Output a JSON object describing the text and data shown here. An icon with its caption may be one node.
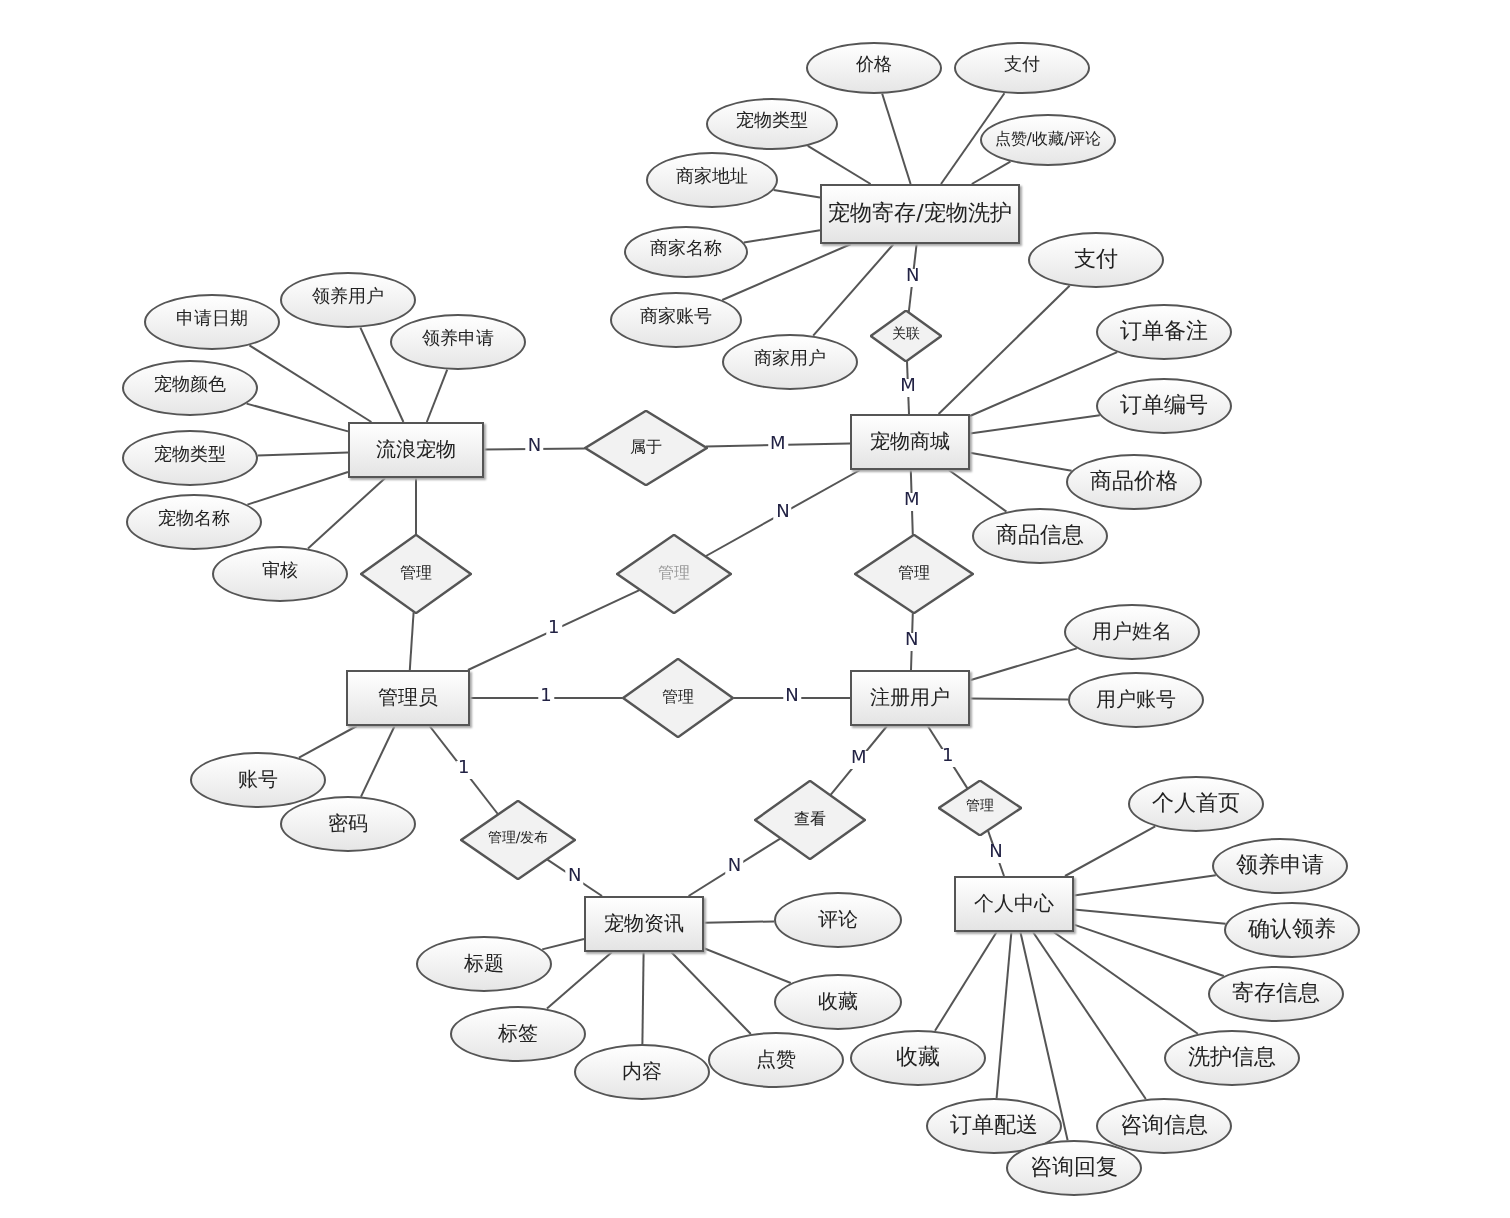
{
  "diagram": {
    "nodes": [
      {
        "text": [
          "宠物寄存/宠物洗护"
        ]
      },
      {
        "text": [
          "宠物商城"
        ]
      },
      {
        "text": [
          "流浪宠物"
        ]
      },
      {
        "text": [
          "管理员"
        ]
      },
      {
        "text": [
          "注册用户"
        ]
      },
      {
        "text": [
          "宠物资讯"
        ]
      },
      {
        "text": [
          "个人中心"
        ]
      },
      {
        "text": [
          "关联"
        ]
      },
      {
        "text": [
          "属于"
        ]
      },
      {
        "text": [
          "管理"
        ]
      },
      {
        "text": [
          "管理"
        ]
      },
      {
        "text": [
          "管理"
        ]
      },
      {
        "text": [
          "管理"
        ]
      },
      {
        "text": [
          "管理/发布"
        ]
      },
      {
        "text": [
          "查看"
        ]
      },
      {
        "text": [
          "管理"
        ]
      },
      {
        "text": [
          "价格"
        ]
      },
      {
        "text": [
          "支付"
        ]
      },
      {
        "text": [
          "宠物类型"
        ]
      },
      {
        "text": [
          "点赞/收藏/评论"
        ]
      },
      {
        "text": [
          "商家地址"
        ]
      },
      {
        "text": [
          "商家名称"
        ]
      },
      {
        "text": [
          "商家账号"
        ]
      },
      {
        "text": [
          "商家用户"
        ]
      },
      {
        "text": [
          "支付"
        ]
      },
      {
        "text": [
          "订单备注"
        ]
      },
      {
        "text": [
          "订单编号"
        ]
      },
      {
        "text": [
          "商品价格"
        ]
      },
      {
        "text": [
          "商品信息"
        ]
      },
      {
        "text": [
          "申请日期"
        ]
      },
      {
        "text": [
          "领养用户"
        ]
      },
      {
        "text": [
          "领养申请"
        ]
      },
      {
        "text": [
          "宠物颜色"
        ]
      },
      {
        "text": [
          "宠物类型"
        ]
      },
      {
        "text": [
          "宠物名称"
        ]
      },
      {
        "text": [
          "审核"
        ]
      },
      {
        "text": [
          "用户姓名"
        ]
      },
      {
        "text": [
          "用户账号"
        ]
      },
      {
        "text": [
          "账号"
        ]
      },
      {
        "text": [
          "密码"
        ]
      },
      {
        "text": [
          "评论"
        ]
      },
      {
        "text": [
          "标题"
        ]
      },
      {
        "text": [
          "收藏"
        ]
      },
      {
        "text": [
          "标签"
        ]
      },
      {
        "text": [
          "内容"
        ]
      },
      {
        "text": [
          "点赞"
        ]
      },
      {
        "text": [
          "个人首页"
        ]
      },
      {
        "text": [
          "领养申请"
        ]
      },
      {
        "text": [
          "确认领养"
        ]
      },
      {
        "text": [
          "寄存信息"
        ]
      },
      {
        "text": [
          "收藏"
        ]
      },
      {
        "text": [
          "洗护信息"
        ]
      },
      {
        "text": [
          "订单配送"
        ]
      },
      {
        "text": [
          "咨询信息"
        ]
      },
      {
        "text": [
          "咨询回复"
        ]
      }
    ],
    "edges": [
      {
        "from": 0,
        "to": 7,
        "arrow": "none",
        "label": "N"
      },
      {
        "from": 7,
        "to": 1,
        "arrow": "none",
        "label": "M"
      },
      {
        "from": 2,
        "to": 8,
        "arrow": "none",
        "label": "N"
      },
      {
        "from": 8,
        "to": 1,
        "arrow": "none",
        "label": "M"
      },
      {
        "from": 2,
        "to": 9,
        "arrow": "none"
      },
      {
        "from": 9,
        "to": 3,
        "arrow": "none"
      },
      {
        "from": 3,
        "to": 10,
        "arrow": "none",
        "label": "1"
      },
      {
        "from": 10,
        "to": 1,
        "arrow": "none",
        "label": "N"
      },
      {
        "from": 1,
        "to": 11,
        "arrow": "none",
        "label": "M"
      },
      {
        "from": 11,
        "to": 4,
        "arrow": "none",
        "label": "N"
      },
      {
        "from": 3,
        "to": 12,
        "arrow": "none",
        "label": "1"
      },
      {
        "from": 12,
        "to": 4,
        "arrow": "none",
        "label": "N"
      },
      {
        "from": 3,
        "to": 13,
        "arrow": "none",
        "label": "1"
      },
      {
        "from": 13,
        "to": 5,
        "arrow": "none",
        "label": "N"
      },
      {
        "from": 4,
        "to": 14,
        "arrow": "none",
        "label": "M"
      },
      {
        "from": 14,
        "to": 5,
        "arrow": "none",
        "label": "N"
      },
      {
        "from": 4,
        "to": 15,
        "arrow": "none",
        "label": "1"
      },
      {
        "from": 15,
        "to": 6,
        "arrow": "none",
        "label": "N"
      },
      {
        "from": 0,
        "to": 16,
        "arrow": "none"
      },
      {
        "from": 0,
        "to": 17,
        "arrow": "none"
      },
      {
        "from": 0,
        "to": 18,
        "arrow": "none"
      },
      {
        "from": 0,
        "to": 19,
        "arrow": "none"
      },
      {
        "from": 0,
        "to": 20,
        "arrow": "none"
      },
      {
        "from": 0,
        "to": 21,
        "arrow": "none"
      },
      {
        "from": 0,
        "to": 22,
        "arrow": "none"
      },
      {
        "from": 0,
        "to": 23,
        "arrow": "none"
      },
      {
        "from": 1,
        "to": 24,
        "arrow": "none"
      },
      {
        "from": 1,
        "to": 25,
        "arrow": "none"
      },
      {
        "from": 1,
        "to": 26,
        "arrow": "none"
      },
      {
        "from": 1,
        "to": 27,
        "arrow": "none"
      },
      {
        "from": 1,
        "to": 28,
        "arrow": "none"
      },
      {
        "from": 2,
        "to": 29,
        "arrow": "none"
      },
      {
        "from": 2,
        "to": 30,
        "arrow": "none"
      },
      {
        "from": 2,
        "to": 31,
        "arrow": "none"
      },
      {
        "from": 2,
        "to": 32,
        "arrow": "none"
      },
      {
        "from": 2,
        "to": 33,
        "arrow": "none"
      },
      {
        "from": 2,
        "to": 34,
        "arrow": "none"
      },
      {
        "from": 2,
        "to": 35,
        "arrow": "none"
      },
      {
        "from": 4,
        "to": 36,
        "arrow": "none"
      },
      {
        "from": 4,
        "to": 37,
        "arrow": "none"
      },
      {
        "from": 3,
        "to": 38,
        "arrow": "none"
      },
      {
        "from": 3,
        "to": 39,
        "arrow": "none"
      },
      {
        "from": 5,
        "to": 40,
        "arrow": "none"
      },
      {
        "from": 5,
        "to": 41,
        "arrow": "none"
      },
      {
        "from": 5,
        "to": 42,
        "arrow": "none"
      },
      {
        "from": 5,
        "to": 43,
        "arrow": "none"
      },
      {
        "from": 5,
        "to": 44,
        "arrow": "none"
      },
      {
        "from": 5,
        "to": 45,
        "arrow": "none"
      },
      {
        "from": 6,
        "to": 46,
        "arrow": "none"
      },
      {
        "from": 6,
        "to": 47,
        "arrow": "none"
      },
      {
        "from": 6,
        "to": 48,
        "arrow": "none"
      },
      {
        "from": 6,
        "to": 49,
        "arrow": "none"
      },
      {
        "from": 6,
        "to": 50,
        "arrow": "none"
      },
      {
        "from": 6,
        "to": 51,
        "arrow": "none"
      },
      {
        "from": 6,
        "to": 52,
        "arrow": "none"
      },
      {
        "from": 6,
        "to": 53,
        "arrow": "none"
      },
      {
        "from": 6,
        "to": 54,
        "arrow": "none"
      }
    ]
  }
}
